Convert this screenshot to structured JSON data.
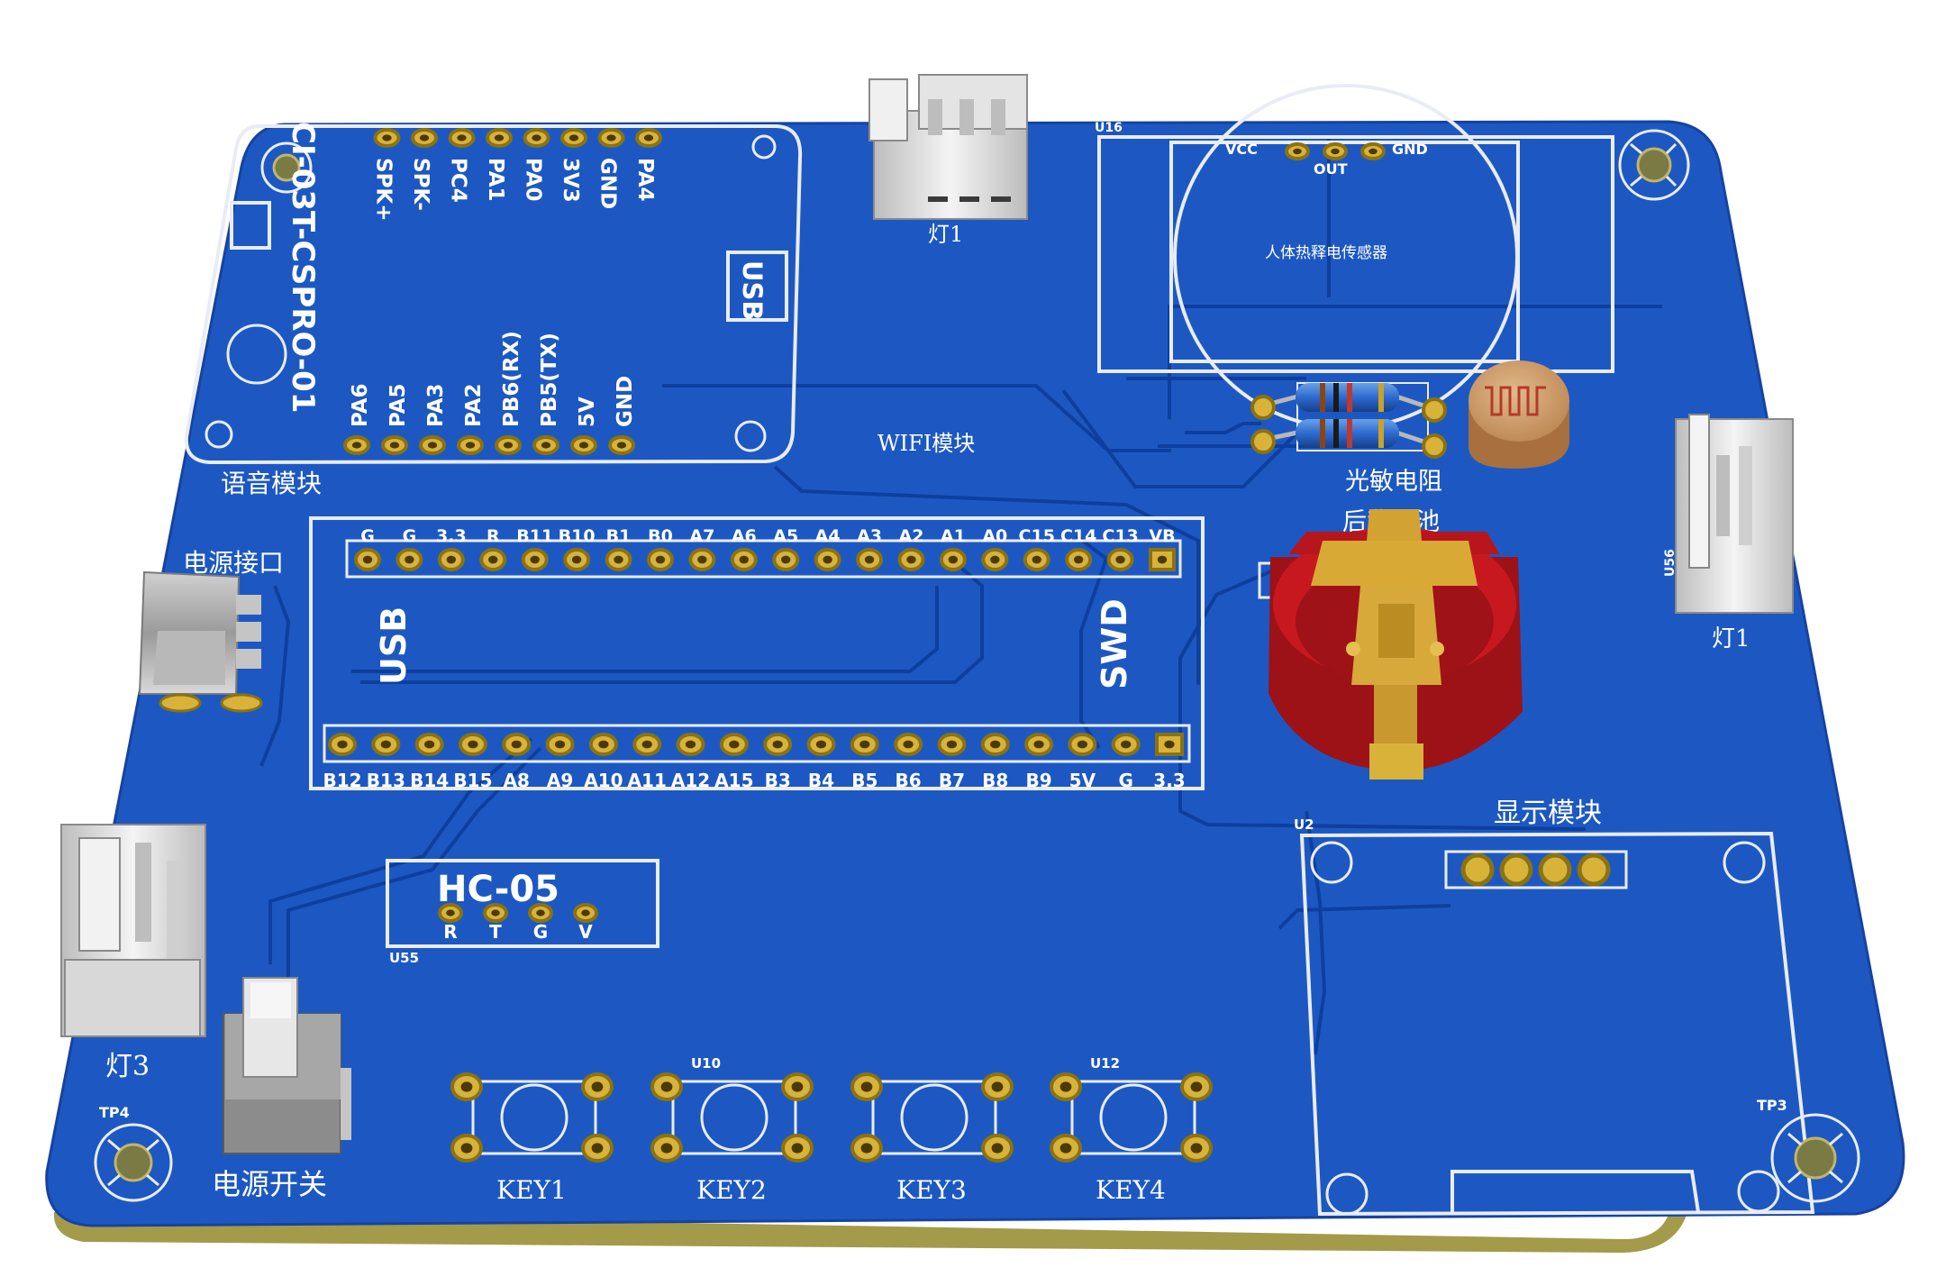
{
  "board": {
    "colors": {
      "substrate": "#1d58c2",
      "edge": "#1643a0",
      "fr4_edge": "#a39a4a",
      "silkscreen": "#e9ecf3",
      "pad_gold": "#d9b23a",
      "battery_red": "#b6161c",
      "connector_white": "#e6e6e6"
    }
  },
  "voice_module": {
    "title": "语音模块",
    "model": "CI-03T-CSPRO-01",
    "usb_label": "USB",
    "top_pins": [
      "PA4",
      "GND",
      "3V3",
      "PA0",
      "PA1",
      "PC4",
      "SPK-",
      "SPK+"
    ],
    "bottom_pins": [
      "GND",
      "5V",
      "PB5(TX)",
      "PB6(RX)",
      "PA2",
      "PA3",
      "PA5",
      "PA6"
    ]
  },
  "wifi": {
    "label": "WIFI模块"
  },
  "mcu_board": {
    "top_pins": [
      "G",
      "G",
      "3.3",
      "R",
      "B11",
      "B10",
      "B1",
      "B0",
      "A7",
      "A6",
      "A5",
      "A4",
      "A3",
      "A2",
      "A1",
      "A0",
      "C15",
      "C14",
      "C13",
      "VB"
    ],
    "bottom_pins": [
      "B12",
      "B13",
      "B14",
      "B15",
      "A8",
      "A9",
      "A10",
      "A11",
      "A12",
      "A15",
      "B3",
      "B4",
      "B5",
      "B6",
      "B7",
      "B8",
      "B9",
      "5V",
      "G",
      "3.3"
    ],
    "usb_label": "USB",
    "swd_label": "SWD"
  },
  "connectors": {
    "lamp_top": "灯1",
    "lamp_right": "灯1",
    "lamp_left": "灯3",
    "right_designator": "U56"
  },
  "pir_sensor": {
    "designator": "U16",
    "label": "人体热释电传感器",
    "pins": [
      "VCC",
      "OUT",
      "GND"
    ]
  },
  "photoresistor": {
    "label": "光敏电阻"
  },
  "battery": {
    "label": "后背电池"
  },
  "power": {
    "port_label": "电源接口",
    "switch_label": "电源开关"
  },
  "hc05": {
    "label": "HC-05",
    "pins": [
      "R",
      "T",
      "G",
      "V"
    ],
    "designator": "U55"
  },
  "display": {
    "label": "显示模块",
    "designator": "U2"
  },
  "keys": [
    {
      "label": "KEY1",
      "designator": ""
    },
    {
      "label": "KEY2",
      "designator": "U10"
    },
    {
      "label": "KEY3",
      "designator": ""
    },
    {
      "label": "KEY4",
      "designator": "U12"
    }
  ],
  "test_points": [
    "TP4",
    "TP3"
  ]
}
